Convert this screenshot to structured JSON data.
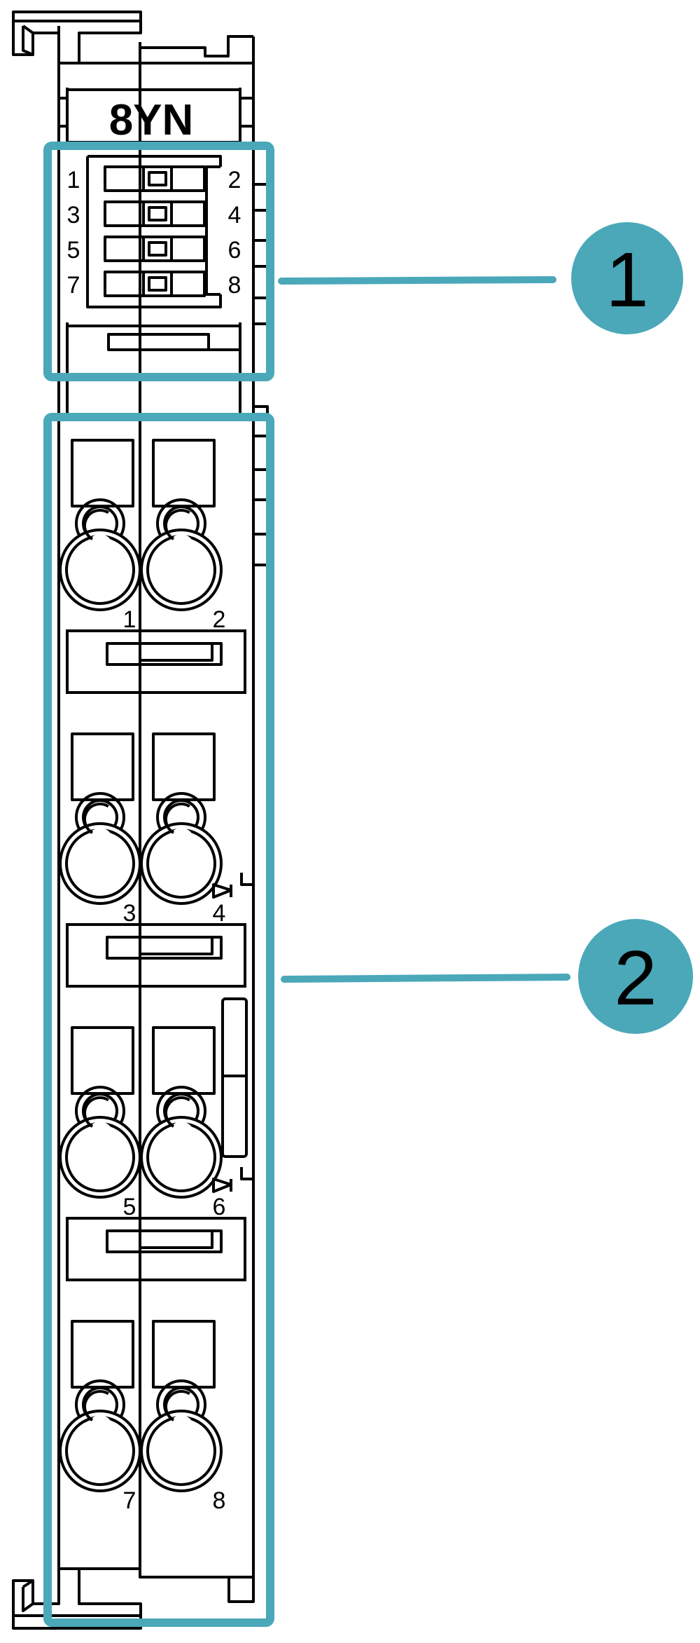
{
  "module": {
    "label": "8YN",
    "accent_color": "#4aa8b9",
    "dip_switch": {
      "left_numbers": [
        "1",
        "3",
        "5",
        "7"
      ],
      "right_numbers": [
        "2",
        "4",
        "6",
        "8"
      ]
    },
    "terminals": [
      {
        "left": "1",
        "right": "2"
      },
      {
        "left": "3",
        "right": "4"
      },
      {
        "left": "5",
        "right": "6"
      },
      {
        "left": "7",
        "right": "8"
      }
    ]
  },
  "callouts": [
    {
      "number": "1"
    },
    {
      "number": "2"
    }
  ]
}
